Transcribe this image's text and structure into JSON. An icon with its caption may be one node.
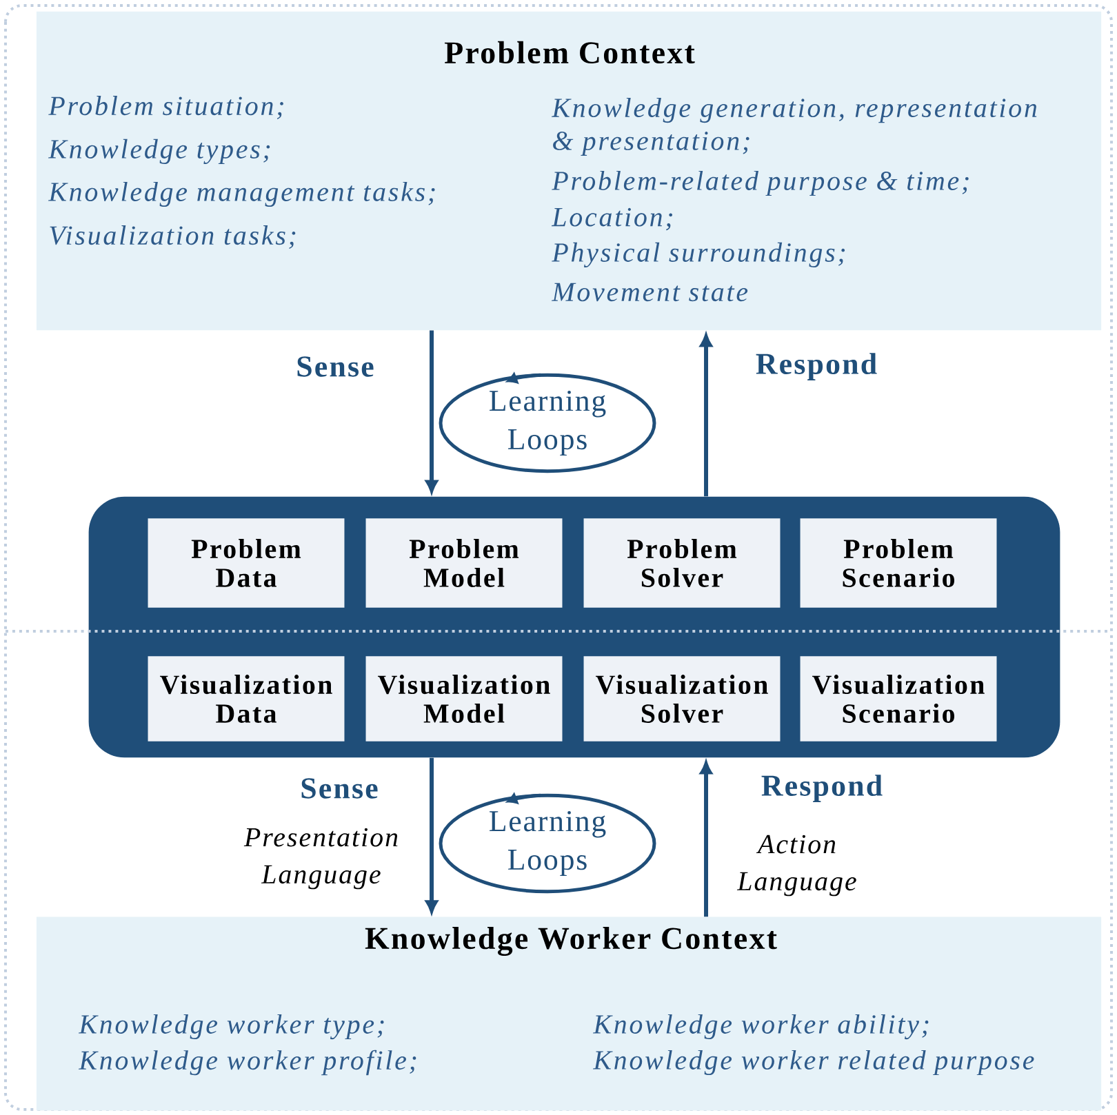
{
  "diagram": {
    "nodes": [
      {
        "text": [
          "Problem Context",
          "Problem situation;",
          "Knowledge types;",
          "Knowledge management tasks;",
          "Visualization tasks;",
          "Knowledge generation, representation & presentation;",
          "Problem-related purpose & time;",
          "Location;",
          "Physical surroundings;",
          "Movement state"
        ]
      },
      {
        "text": [
          "Learning Loops"
        ]
      },
      {
        "text": [],
        "shape": "box"
      },
      {
        "text": [
          "Problem Data"
        ],
        "in": 2
      },
      {
        "text": [
          "Problem Model"
        ],
        "in": 2
      },
      {
        "text": [
          "Problem Solver"
        ],
        "in": 2
      },
      {
        "text": [
          "Problem Scenario"
        ],
        "in": 2
      },
      {
        "text": [
          "Visualization Data"
        ],
        "in": 2
      },
      {
        "text": [
          "Visualization Model"
        ],
        "in": 2
      },
      {
        "text": [
          "Visualization Solver"
        ],
        "in": 2
      },
      {
        "text": [
          "Visualization Scenario"
        ],
        "in": 2
      },
      {
        "text": [
          "Learning Loops"
        ]
      },
      {
        "text": [
          "Knowledge Worker Context",
          "Knowledge worker type;",
          "Knowledge worker profile;",
          "Knowledge worker ability;",
          "Knowledge worker related purpose"
        ]
      }
    ],
    "edges": [
      {
        "from": 0,
        "to": 2,
        "arrow": "to",
        "label": "Sense"
      },
      {
        "from": 2,
        "to": 0,
        "arrow": "to",
        "label": "Respond"
      },
      {
        "from": 2,
        "to": 12,
        "arrow": "to",
        "label": "Sense"
      },
      {
        "from": 12,
        "to": 2,
        "arrow": "to",
        "label": "Respond"
      }
    ],
    "labels": [
      "Presentation Language",
      "Action Language"
    ]
  }
}
